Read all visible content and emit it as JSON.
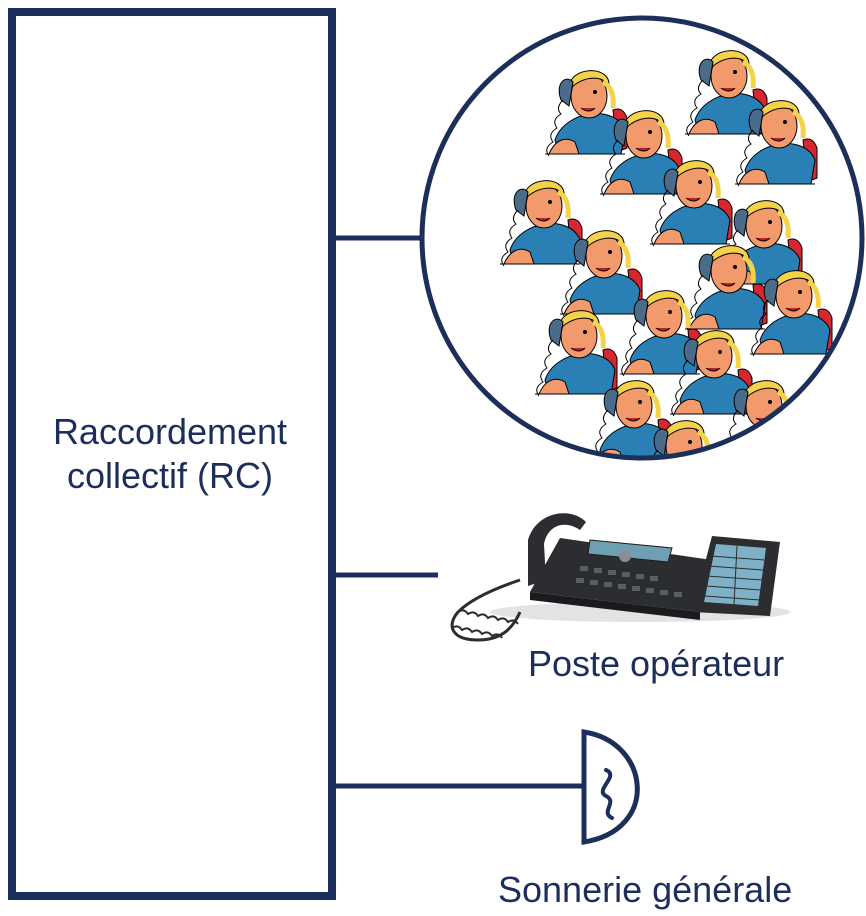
{
  "diagram": {
    "colors": {
      "line": "#1c2f5a",
      "skin": "#f29a6b",
      "hair": "#f4d24a",
      "shirt": "#2a7fb5",
      "chair": "#d6262f",
      "phone_body": "#2b2d31",
      "phone_screen": "#6f9fb3"
    },
    "rc_box": {
      "label": "Raccordement collectif (RC)"
    },
    "users_group": {
      "icon": "operators-crowd-icon",
      "count": 16
    },
    "operator_phone": {
      "icon": "desk-phone-icon",
      "label": "Poste opérateur"
    },
    "ringer": {
      "icon": "bell-icon",
      "label": "Sonnerie générale"
    }
  }
}
